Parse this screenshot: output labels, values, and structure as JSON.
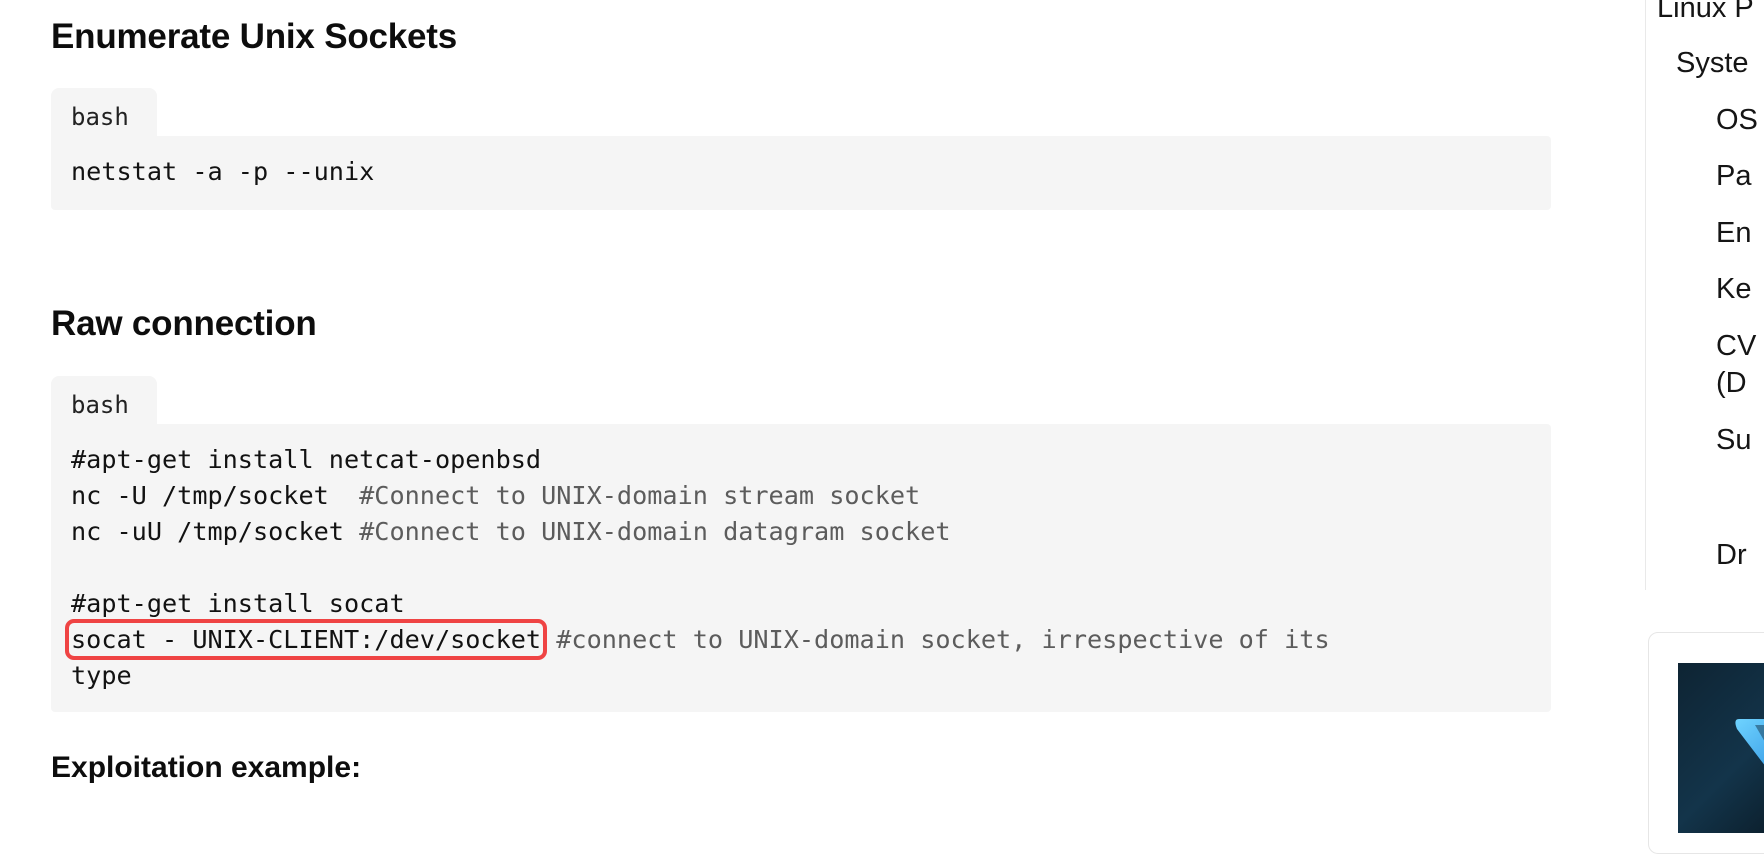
{
  "sections": {
    "enumerate": {
      "title": "Enumerate Unix Sockets",
      "lang": "bash",
      "code": "netstat -a -p --unix"
    },
    "raw": {
      "title": "Raw connection",
      "lang": "bash",
      "lines": {
        "l1": "#apt-get install netcat-openbsd",
        "l2_code": "nc -U /tmp/socket  ",
        "l2_comment": "#Connect to UNIX-domain stream socket",
        "l3_code": "nc -uU /tmp/socket ",
        "l3_comment": "#Connect to UNIX-domain datagram socket",
        "l5": "#apt-get install socat",
        "l6_code": "socat - UNIX-CLIENT:/dev/socket",
        "l6_comment": " #connect to UNIX-domain socket, irrespective of its",
        "l7": "type"
      }
    },
    "exploitation": {
      "title": "Exploitation example:"
    }
  },
  "sidebar": {
    "toc": [
      "Linux P",
      "Syste",
      "OS",
      "Pa",
      "En",
      "Ke",
      "CV",
      "(D",
      "Su",
      "Dr"
    ]
  },
  "colors": {
    "highlight": "#ef4444",
    "code_bg": "#f5f5f5"
  },
  "icons": {
    "ad_logo": "shield-logo-icon"
  }
}
